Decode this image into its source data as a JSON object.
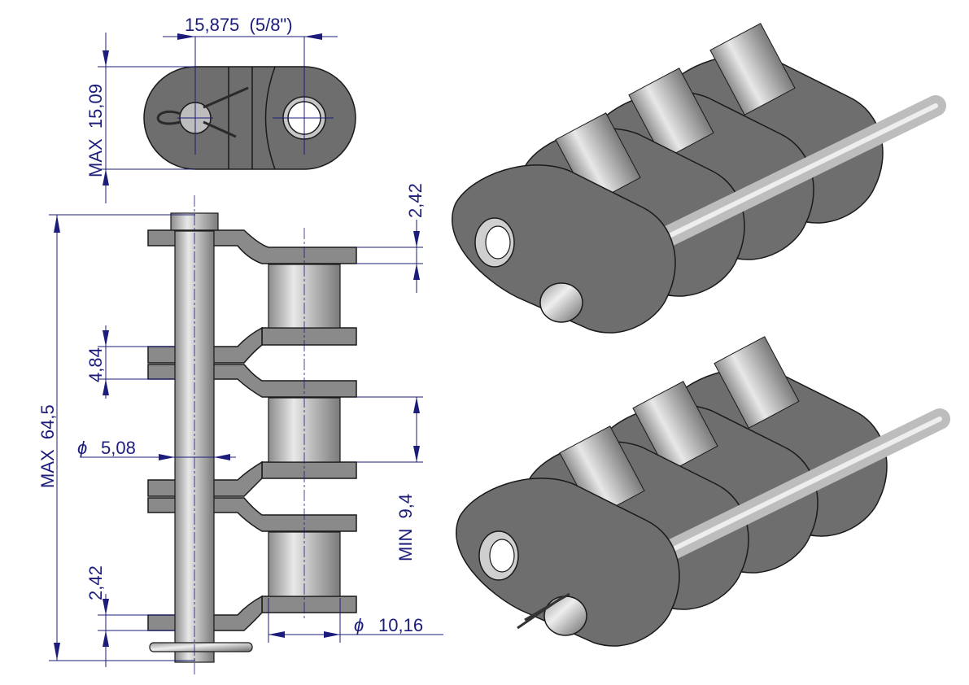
{
  "dimensions": {
    "pitch": "15,875  (5/8\")",
    "plate_height": "MAX  15,09",
    "outer_plate_thickness_top": "2,42",
    "inner_plate_gap": "4,84",
    "overall_width": "MAX  64,5",
    "pin_diameter_symbol": "ϕ",
    "pin_diameter": "5,08",
    "inner_width": "MIN  9,4",
    "outer_plate_thickness_bottom": "2,42",
    "roller_diameter_symbol": "ϕ",
    "roller_diameter": "10,16"
  },
  "colors": {
    "dimension": "#1c1c7a",
    "plate": "#6e6e6e",
    "pin": "#b8b8b8"
  }
}
